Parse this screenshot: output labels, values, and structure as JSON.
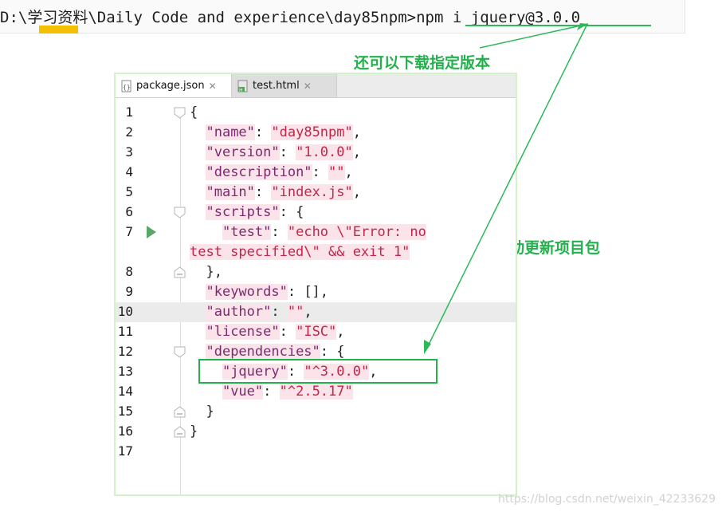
{
  "terminal": {
    "command_line": "D:\\学习资料\\Daily Code and experience\\day85npm>npm i jquery@3.0.0"
  },
  "annotations": {
    "top": "还可以下载指定版本",
    "side": "自动更新项目包"
  },
  "editor": {
    "tabs": [
      {
        "label": "package.json",
        "active": true
      },
      {
        "label": "test.html",
        "active": false
      }
    ],
    "lines": [
      {
        "num": "1",
        "text": "{"
      },
      {
        "num": "2",
        "text": "  \"name\": \"day85npm\","
      },
      {
        "num": "3",
        "text": "  \"version\": \"1.0.0\","
      },
      {
        "num": "4",
        "text": "  \"description\": \"\","
      },
      {
        "num": "5",
        "text": "  \"main\": \"index.js\","
      },
      {
        "num": "6",
        "text": "  \"scripts\": {"
      },
      {
        "num": "7",
        "text": "    \"test\": \"echo \\\"Error: no"
      },
      {
        "num": "",
        "text": "test specified\\\" && exit 1\""
      },
      {
        "num": "8",
        "text": "  },"
      },
      {
        "num": "9",
        "text": "  \"keywords\": [],"
      },
      {
        "num": "10",
        "text": "  \"author\": \"\","
      },
      {
        "num": "11",
        "text": "  \"license\": \"ISC\","
      },
      {
        "num": "12",
        "text": "  \"dependencies\": {"
      },
      {
        "num": "13",
        "text": "    \"jquery\": \"^3.0.0\","
      },
      {
        "num": "14",
        "text": "    \"vue\": \"^2.5.17\""
      },
      {
        "num": "15",
        "text": "  }"
      },
      {
        "num": "16",
        "text": "}"
      },
      {
        "num": "17",
        "text": ""
      }
    ]
  },
  "watermark": "https://blog.csdn.net/weixin_42233629",
  "colors": {
    "annotation": "#22b14c",
    "highlight": "#f5c000",
    "string_bg": "#fbe3ea"
  }
}
